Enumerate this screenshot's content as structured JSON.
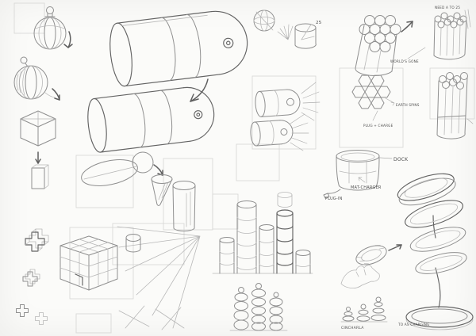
{
  "palette": {
    "paper": "#fbfbf9",
    "pencil_light": "#b8b8b8",
    "pencil": "#8f8f8f",
    "ink": "#5f5f5f",
    "faint_frame": "#d9d9d7"
  },
  "annotations": {
    "angle_note": "25",
    "bundle_note": "NEED A TO 25",
    "world_note": "WORLD'S GONE",
    "earth_note": "EARTH SPINS",
    "tube_note": "PLUG + CHARGE",
    "dock": "DOCK",
    "mat_charger": "MAT-CHARGER",
    "plug_in": "PLUG-IN",
    "cincharla": "CINCHARLA",
    "charging_note": "TO AS CHARGING"
  },
  "figures": [
    {
      "id": "ornament-spheres",
      "desc": "two hanging segmented ball ornaments with rotation arrows"
    },
    {
      "id": "iso-cube-study",
      "desc": "isometric cube with cross construction lines and arrow to small box"
    },
    {
      "id": "capsule-speaker-large",
      "desc": "large pill-shaped three-segment cylinder"
    },
    {
      "id": "capsule-speaker-small",
      "desc": "smaller pill-shaped cylinder below"
    },
    {
      "id": "speaker-sound-panel",
      "desc": "framed pair of small speakers with radiating sound lines"
    },
    {
      "id": "sphere-axis-study",
      "desc": "sphere with meridian construction lines"
    },
    {
      "id": "cut-cylinder-study",
      "desc": "short cylinder with wedge cut and fan lines"
    },
    {
      "id": "tube-bundle-main",
      "desc": "hex-packed bundle of tubes in perspective"
    },
    {
      "id": "tube-bundle-corner",
      "desc": "tall tube bundle at top-right corner"
    },
    {
      "id": "hex-pattern",
      "desc": "honeycomb cell pattern with leader notes"
    },
    {
      "id": "tube-bundle-right",
      "desc": "long banded tube bundle"
    },
    {
      "id": "disc-and-sphere",
      "desc": "tilted disc overlapping a sphere"
    },
    {
      "id": "cone-study",
      "desc": "cut cone"
    },
    {
      "id": "tall-cylinder",
      "desc": "shaded vertical cylinder"
    },
    {
      "id": "dock-cup",
      "desc": "charging dock cup with callout labels"
    },
    {
      "id": "jack-crosses",
      "desc": "3D plus-shaped jack blocks and flat crosses"
    },
    {
      "id": "block-cube",
      "desc": "cube assembled from 3x3 blocks"
    },
    {
      "id": "perspective-burst",
      "desc": "radiating perspective construction lines"
    },
    {
      "id": "segment-towers",
      "desc": "row of stacked segmented cylinder towers"
    },
    {
      "id": "bead-towers",
      "desc": "three stacked-bead columns"
    },
    {
      "id": "ring-stack-tower",
      "desc": "tilted rings stacked on a pole over a round base"
    },
    {
      "id": "loose-ring",
      "desc": "detached hatched ring with arrow"
    },
    {
      "id": "hand-sketch",
      "desc": "rough hand study"
    },
    {
      "id": "pagoda-pieces",
      "desc": "three small stacked-disc pieces"
    }
  ]
}
